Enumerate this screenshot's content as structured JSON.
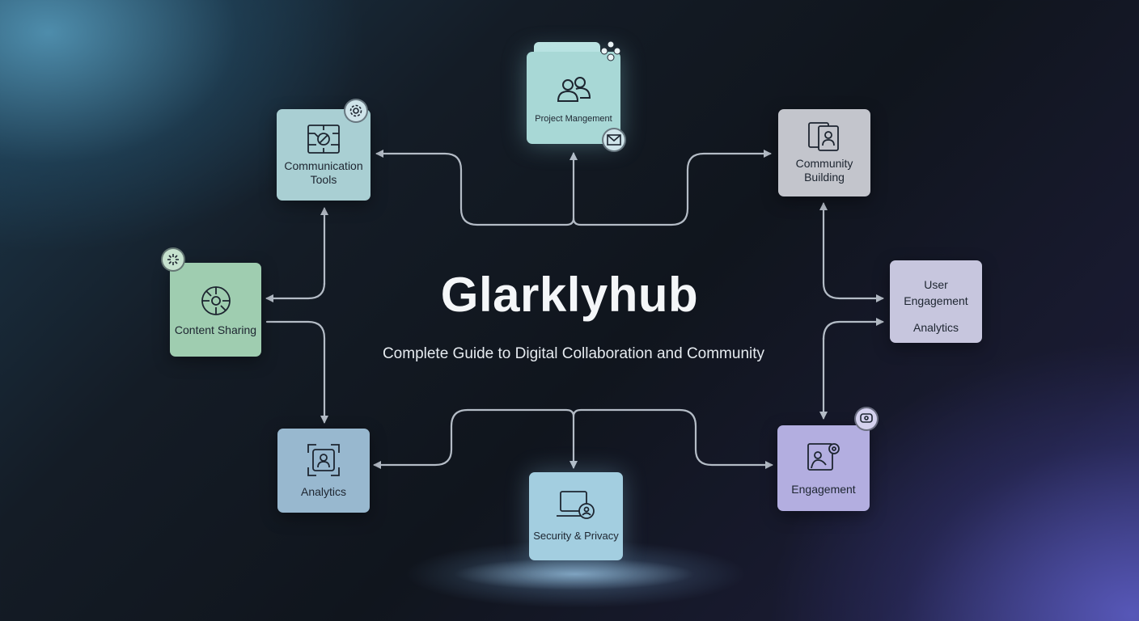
{
  "title": "Glarklyhub",
  "subtitle": "Complete Guide to Digital Collaboration and Community",
  "colors": {
    "connector": "#b4bcc6",
    "project_management": "#a8d8d6",
    "communication_tools": "#a9cfd3",
    "content_sharing": "#9fcdb0",
    "analytics": "#98b8cf",
    "security_privacy": "#a3cee0",
    "community_building": "#c3c5cc",
    "user_engagement": "#c7c6de",
    "engagement": "#b3aee0"
  },
  "nodes": {
    "project_management": {
      "label": "Project Mangement",
      "icon": "people-icon",
      "badge_top": "molecule-icon",
      "badge_bottom": "mail-icon"
    },
    "communication_tools": {
      "line1": "Communication",
      "line2": "Tools",
      "icon": "circuit-icon",
      "badge": "gear-icon"
    },
    "content_sharing": {
      "label": "Content Sharing",
      "icon": "share-cycle-icon",
      "badge": "burst-icon"
    },
    "analytics": {
      "label": "Analytics",
      "icon": "focus-user-icon"
    },
    "security_privacy": {
      "label": "Security & Privacy",
      "icon": "laptop-user-icon"
    },
    "community_building": {
      "line1": "Community",
      "line2": "Building",
      "icon": "profile-cards-icon"
    },
    "user_engagement": {
      "line1": "User",
      "line2": "Engagement",
      "line3": "Analytics"
    },
    "engagement": {
      "label": "Engagement",
      "icon": "picture-gear-icon",
      "badge": "chat-gear-icon"
    }
  }
}
